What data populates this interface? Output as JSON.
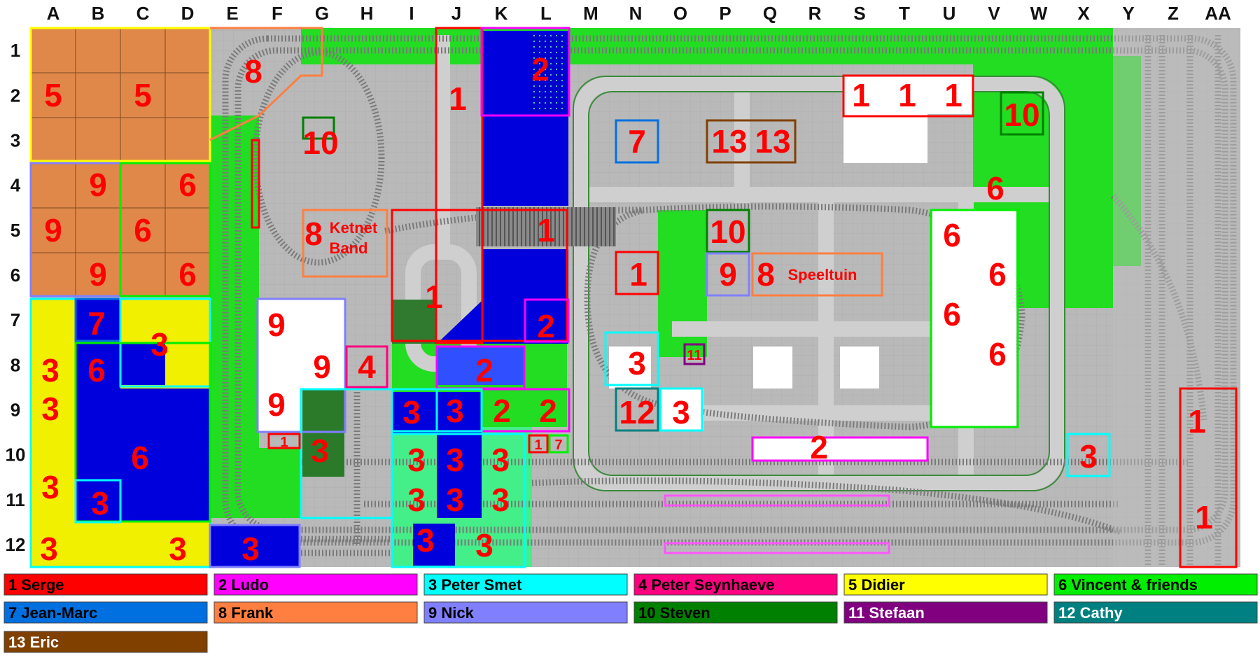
{
  "columns": [
    "A",
    "B",
    "C",
    "D",
    "E",
    "F",
    "G",
    "H",
    "I",
    "J",
    "K",
    "L",
    "M",
    "N",
    "O",
    "P",
    "Q",
    "R",
    "S",
    "T",
    "U",
    "V",
    "W",
    "X",
    "Y",
    "Z",
    "AA"
  ],
  "rows": [
    "1",
    "2",
    "3",
    "4",
    "5",
    "6",
    "7",
    "8",
    "9",
    "10",
    "11",
    "12"
  ],
  "colors": {
    "serge": "#ff0000",
    "ludo": "#ff00ff",
    "peter_smet": "#00ffff",
    "peter_seynhaeve": "#ff0080",
    "didier": "#ffff00",
    "vincent": "#00ee00",
    "jean_marc": "#0070e0",
    "frank": "#ff7f40",
    "nick": "#8080ff",
    "steven": "#008000",
    "stefaan": "#800080",
    "cathy": "#008080",
    "eric": "#804000",
    "baseplate_gray": "#b8b8b8",
    "grass_green": "#22dd22",
    "water_blue": "#0000dd",
    "plot_orange": "#e0884a",
    "plot_yellow": "#f0f000",
    "label_red": "#ff0000"
  },
  "plots": {
    "p_a2": "5",
    "p_c2": "5",
    "p_b4": "9",
    "p_a5": "9",
    "p_b6": "9",
    "p_d4": "6",
    "p_c5": "6",
    "p_d6": "6",
    "p_e1": "8",
    "p_f3": "10",
    "p_j2": "1",
    "p_k1": "2",
    "p_ketnet": "8",
    "p_ketnet_t1": "Ketnet",
    "p_ketnet_t2": "Band",
    "p_l5": "1",
    "p_i6": "1",
    "p_b7": "7",
    "p_c7": "3",
    "p_a8": "3",
    "p_b8": "6",
    "p_a9": "3",
    "p_c10": "6",
    "p_a11": "3",
    "p_b11": "3",
    "p_a12": "3",
    "p_d12": "3",
    "p_e12": "3",
    "p_f7": "9",
    "p_g8": "9",
    "p_f9": "9",
    "p_h8": "4",
    "p_f10": "1",
    "p_g10": "3",
    "p_l7": "2",
    "p_k8": "2",
    "p_i9": "3",
    "p_j9": "3",
    "p_k9": "2",
    "p_l9": "2",
    "p_i10": "3",
    "p_j10": "3",
    "p_k10": "3",
    "p_l10a": "1",
    "p_l10b": "7",
    "p_i11": "3",
    "p_j11": "3",
    "p_k11": "3",
    "p_i12": "3",
    "p_k12": "3",
    "p_n3": "7",
    "p_p3a": "13",
    "p_p3b": "13",
    "p_s2a": "1",
    "p_s2b": "1",
    "p_s2c": "1",
    "p_w2": "10",
    "p_p5": "10",
    "p_n6": "1",
    "p_p6": "9",
    "p_q6": "8",
    "p_speeltuin": "Speeltuin",
    "p_v4": "6",
    "p_u5": "6",
    "p_v6": "6",
    "p_u7": "6",
    "p_v8": "6",
    "p_n8": "3",
    "p_o8": "11",
    "p_n9": "12",
    "p_o9": "3",
    "p_q10": "2",
    "p_x10": "3",
    "p_aa9": "1",
    "p_aa11": "1"
  },
  "legend": [
    {
      "label": "1 Serge",
      "color": "#ff0000",
      "text_color": "#000000"
    },
    {
      "label": "2 Ludo",
      "color": "#ff00ff",
      "text_color": "#000000"
    },
    {
      "label": "3 Peter Smet",
      "color": "#00ffff",
      "text_color": "#000000"
    },
    {
      "label": "4 Peter Seynhaeve",
      "color": "#ff0080",
      "text_color": "#000000"
    },
    {
      "label": "5 Didier",
      "color": "#ffff00",
      "text_color": "#000000"
    },
    {
      "label": "6 Vincent & friends",
      "color": "#00ee00",
      "text_color": "#000000"
    },
    {
      "label": "7 Jean-Marc",
      "color": "#0070e0",
      "text_color": "#000000"
    },
    {
      "label": "8 Frank",
      "color": "#ff7f40",
      "text_color": "#000000"
    },
    {
      "label": "9 Nick",
      "color": "#8080ff",
      "text_color": "#000000"
    },
    {
      "label": "10 Steven",
      "color": "#008000",
      "text_color": "#000000"
    },
    {
      "label": "11 Stefaan",
      "color": "#800080",
      "text_color": "#ffffff"
    },
    {
      "label": "12 Cathy",
      "color": "#008080",
      "text_color": "#ffffff"
    },
    {
      "label": "13 Eric",
      "color": "#804000",
      "text_color": "#ffffff"
    }
  ]
}
